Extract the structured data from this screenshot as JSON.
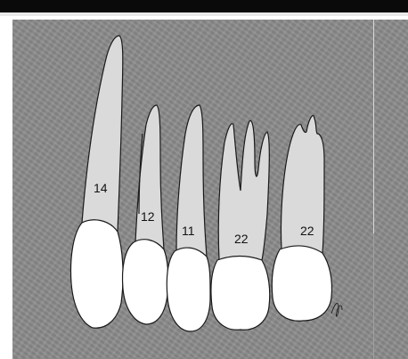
{
  "teeth": [
    {
      "label": "14"
    },
    {
      "label": "12"
    },
    {
      "label": "11"
    },
    {
      "label": "22"
    },
    {
      "label": "22"
    }
  ],
  "colors": {
    "background": "#8c8c8c",
    "crown": "#ffffff",
    "root": "#dadada",
    "outline": "#1a1a1a",
    "header_bar": "#0a0a0a"
  }
}
